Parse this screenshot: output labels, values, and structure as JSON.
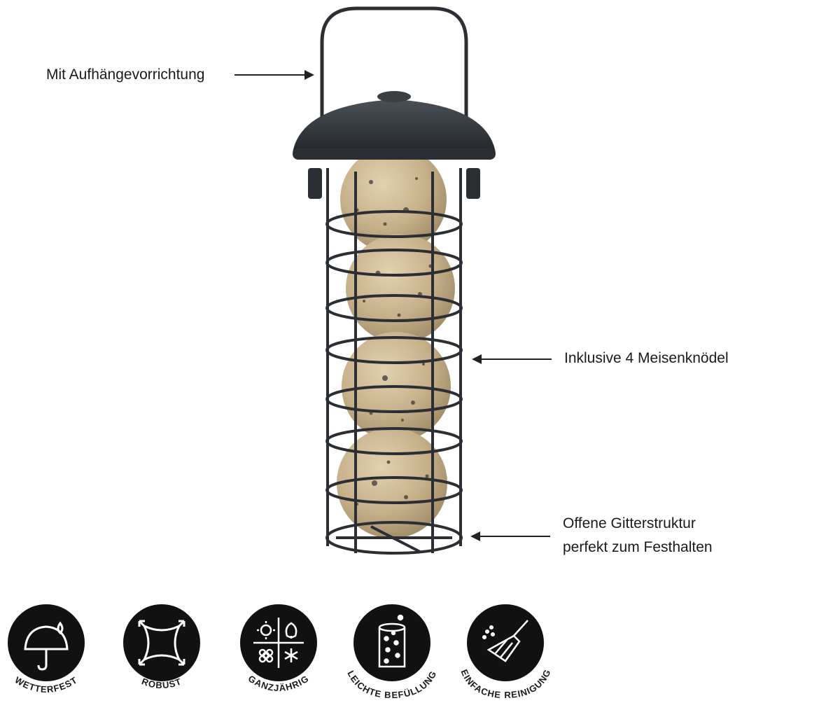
{
  "callouts": {
    "hanger": "Mit Aufhängevorrichtung",
    "included": "Inklusive 4 Meisenknödel",
    "grid_line1": "Offene Gitterstruktur",
    "grid_line2": "perfekt zum Festhalten"
  },
  "features": [
    {
      "label": "WETTERFEST",
      "icon": "umbrella-rain-icon"
    },
    {
      "label": "ROBUST",
      "icon": "stretch-square-icon"
    },
    {
      "label": "GANZJÄHRIG",
      "icon": "four-seasons-icon"
    },
    {
      "label": "LEICHTE BEFÜLLUNG",
      "icon": "filled-container-icon"
    },
    {
      "label": "EINFACHE REINIGUNG",
      "icon": "brush-icon"
    }
  ],
  "colors": {
    "text": "#1a1a1a",
    "metal": "#2b2f33",
    "ball": "#c9b590",
    "badge": "#111111"
  }
}
